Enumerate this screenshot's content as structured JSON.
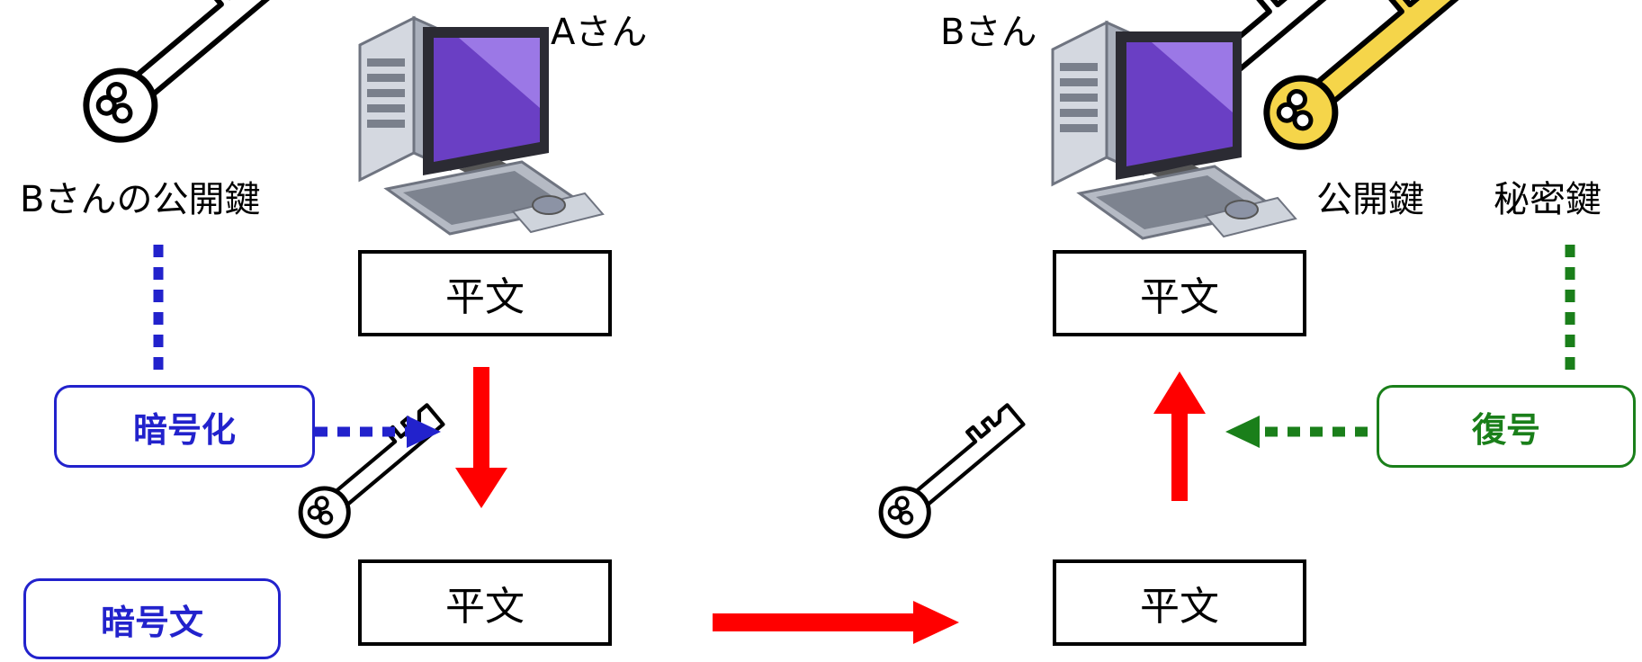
{
  "sender": {
    "name": "Aさん"
  },
  "receiver": {
    "name": "Bさん"
  },
  "labels": {
    "b_public_key": "Bさんの公開鍵",
    "public_key": "公開鍵",
    "private_key": "秘密鍵"
  },
  "boxes": {
    "plaintext": "平文",
    "encrypt": "暗号化",
    "decrypt": "復号",
    "ciphertext": "暗号文"
  },
  "colors": {
    "encrypt": "#2222cc",
    "decrypt": "#1a7f1a",
    "flow": "#ff0000",
    "private_key_fill": "#f5d54a",
    "public_key_fill": "#ffffff"
  },
  "icons": {
    "computer": "desktop-computer-icon",
    "key": "key-icon"
  }
}
